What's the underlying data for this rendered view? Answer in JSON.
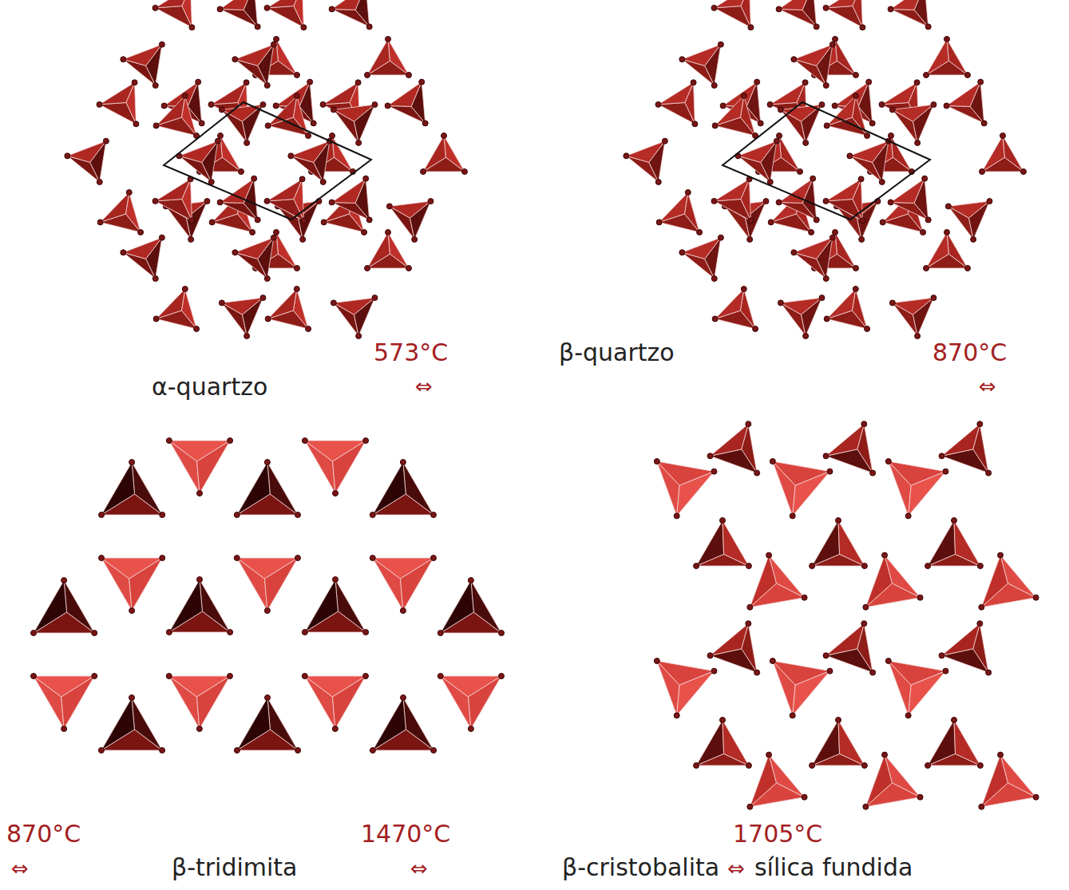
{
  "diagram": {
    "labels": [
      "573°C",
      "⇔",
      "α-quartzo",
      "β-quartzo",
      "870°C",
      "⇔",
      "870°C",
      "⇔",
      "β-tridimita",
      "1470°C",
      "⇔",
      "1705°C",
      "β-cristobalita",
      "⇔",
      "sílica fundida"
    ]
  }
}
